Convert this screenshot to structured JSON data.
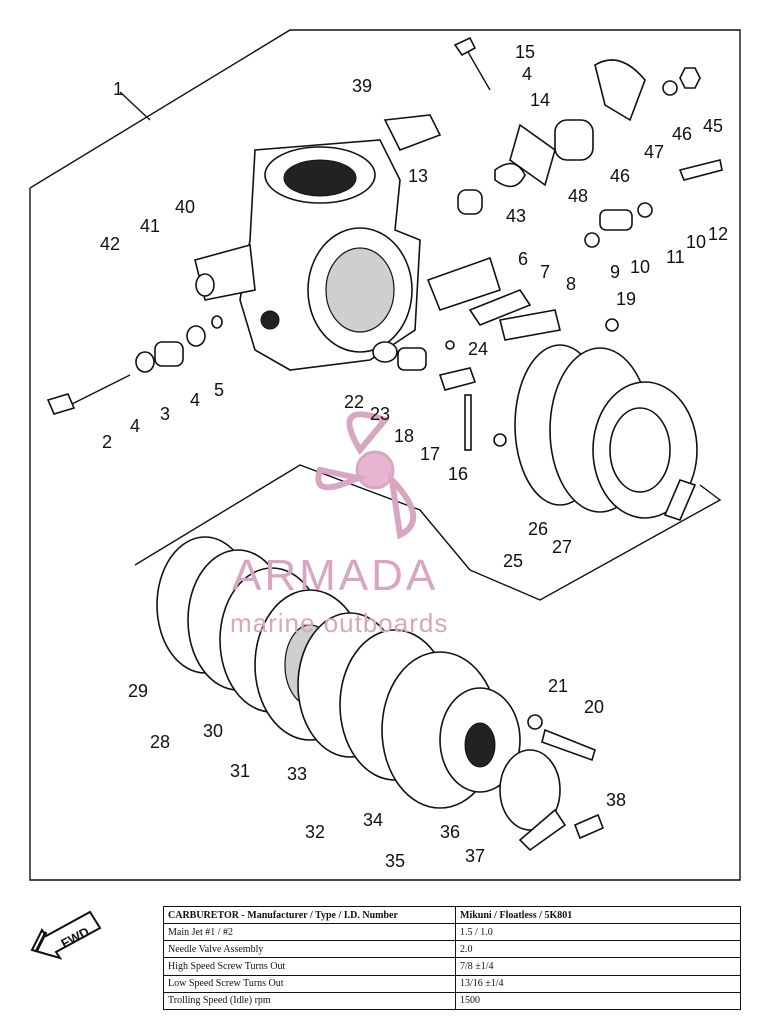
{
  "callouts": [
    "1",
    "2",
    "3",
    "4",
    "4",
    "4",
    "5",
    "6",
    "7",
    "8",
    "9",
    "10",
    "10",
    "11",
    "12",
    "13",
    "14",
    "15",
    "16",
    "17",
    "18",
    "19",
    "20",
    "21",
    "22",
    "23",
    "24",
    "25",
    "26",
    "27",
    "28",
    "29",
    "30",
    "31",
    "32",
    "33",
    "34",
    "35",
    "36",
    "37",
    "38",
    "39",
    "40",
    "41",
    "42",
    "43",
    "46",
    "46",
    "45",
    "47",
    "48"
  ],
  "watermark": {
    "title": "ARMADA",
    "subtitle": "marine outboards"
  },
  "fwd_label": "FWD",
  "spec_table": {
    "header": {
      "label": "CARBURETOR - Manufacturer / Type / I.D. Number",
      "value": "Mikuni / Floatless / 5K801"
    },
    "rows": [
      {
        "label": "Main Jet #1 / #2",
        "value": "1.5 / 1.0"
      },
      {
        "label": "Needle Valve Assembly",
        "value": "2.0"
      },
      {
        "label": "High Speed Screw Turns Out",
        "value": "7/8 ±1/4"
      },
      {
        "label": "Low Speed Screw Turns Out",
        "value": "13/16 ±1/4"
      },
      {
        "label": "Trolling Speed (Idle) rpm",
        "value": "1500"
      }
    ]
  },
  "colors": {
    "watermark": "#d7a6c0",
    "ink": "#111111"
  }
}
